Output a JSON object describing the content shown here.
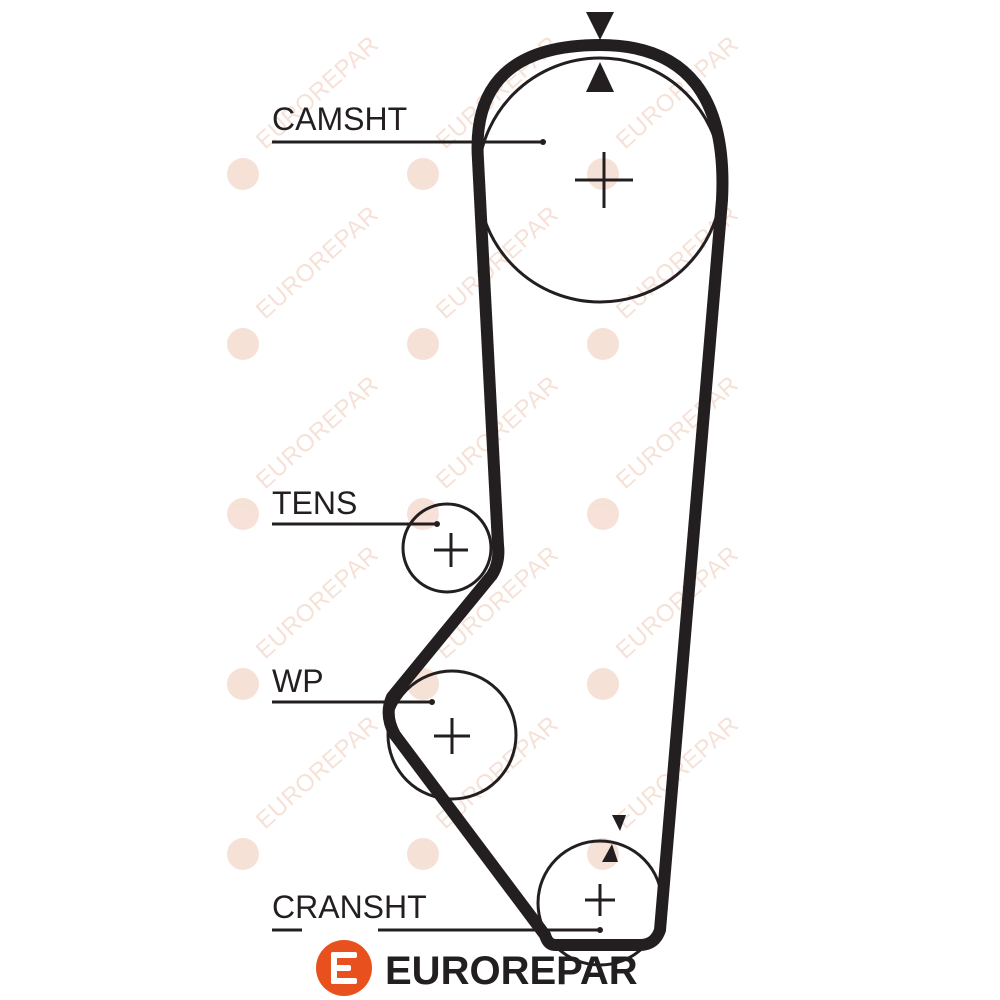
{
  "diagram": {
    "labels": {
      "camshaft": "CAMSHT",
      "tensioner": "TENS",
      "water_pump": "WP",
      "crankshaft": "CRANSHT"
    }
  },
  "brand": {
    "name": "EUROREPAR",
    "color": "#e8501e"
  },
  "watermark": {
    "text": "EUROREPAR",
    "color": "#f0c9b8"
  },
  "colors": {
    "belt": "#231f20",
    "pulley": "#231f20",
    "background": "#ffffff"
  }
}
